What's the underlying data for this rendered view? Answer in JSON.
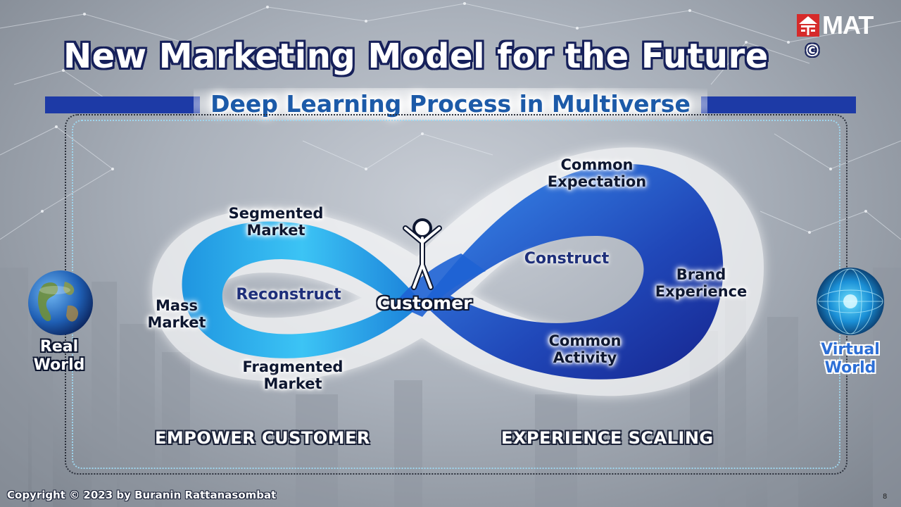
{
  "slide": {
    "title": "New Marketing Model for the Future",
    "title_mark": "©",
    "subtitle": "Deep Learning Process in Multiverse",
    "logo": {
      "text": "MAT",
      "icon": "mat-logo-icon",
      "color": "#d62a2a"
    }
  },
  "diagram": {
    "center_label": "Customer",
    "center_icon": "person-icon",
    "left_loop": {
      "inner_label": "Reconstruct",
      "nodes": [
        {
          "id": "segmented",
          "line1": "Segmented",
          "line2": "Market"
        },
        {
          "id": "mass",
          "line1": "Mass",
          "line2": "Market"
        },
        {
          "id": "fragmented",
          "line1": "Fragmented",
          "line2": "Market"
        }
      ]
    },
    "right_loop": {
      "inner_label": "Construct",
      "nodes": [
        {
          "id": "expectation",
          "line1": "Common",
          "line2": "Expectation"
        },
        {
          "id": "brand",
          "line1": "Brand",
          "line2": "Experience"
        },
        {
          "id": "activity",
          "line1": "Common",
          "line2": "Activity"
        }
      ]
    },
    "worlds": {
      "real": {
        "line1": "Real",
        "line2": "World",
        "icon": "earth-globe-icon"
      },
      "virtual": {
        "line1": "Virtual",
        "line2": "World",
        "icon": "digital-globe-icon"
      }
    },
    "sections": {
      "left": "EMPOWER CUSTOMER",
      "right": "EXPERIENCE SCALING"
    },
    "colors": {
      "loop_light": "#2fb6f0",
      "loop_dark": "#1b2fa0",
      "accent_bar": "#1d3aa6"
    }
  },
  "footer": {
    "copyright": "Copyright © 2023 by Buranin Rattanasombat",
    "page_number": "8"
  }
}
